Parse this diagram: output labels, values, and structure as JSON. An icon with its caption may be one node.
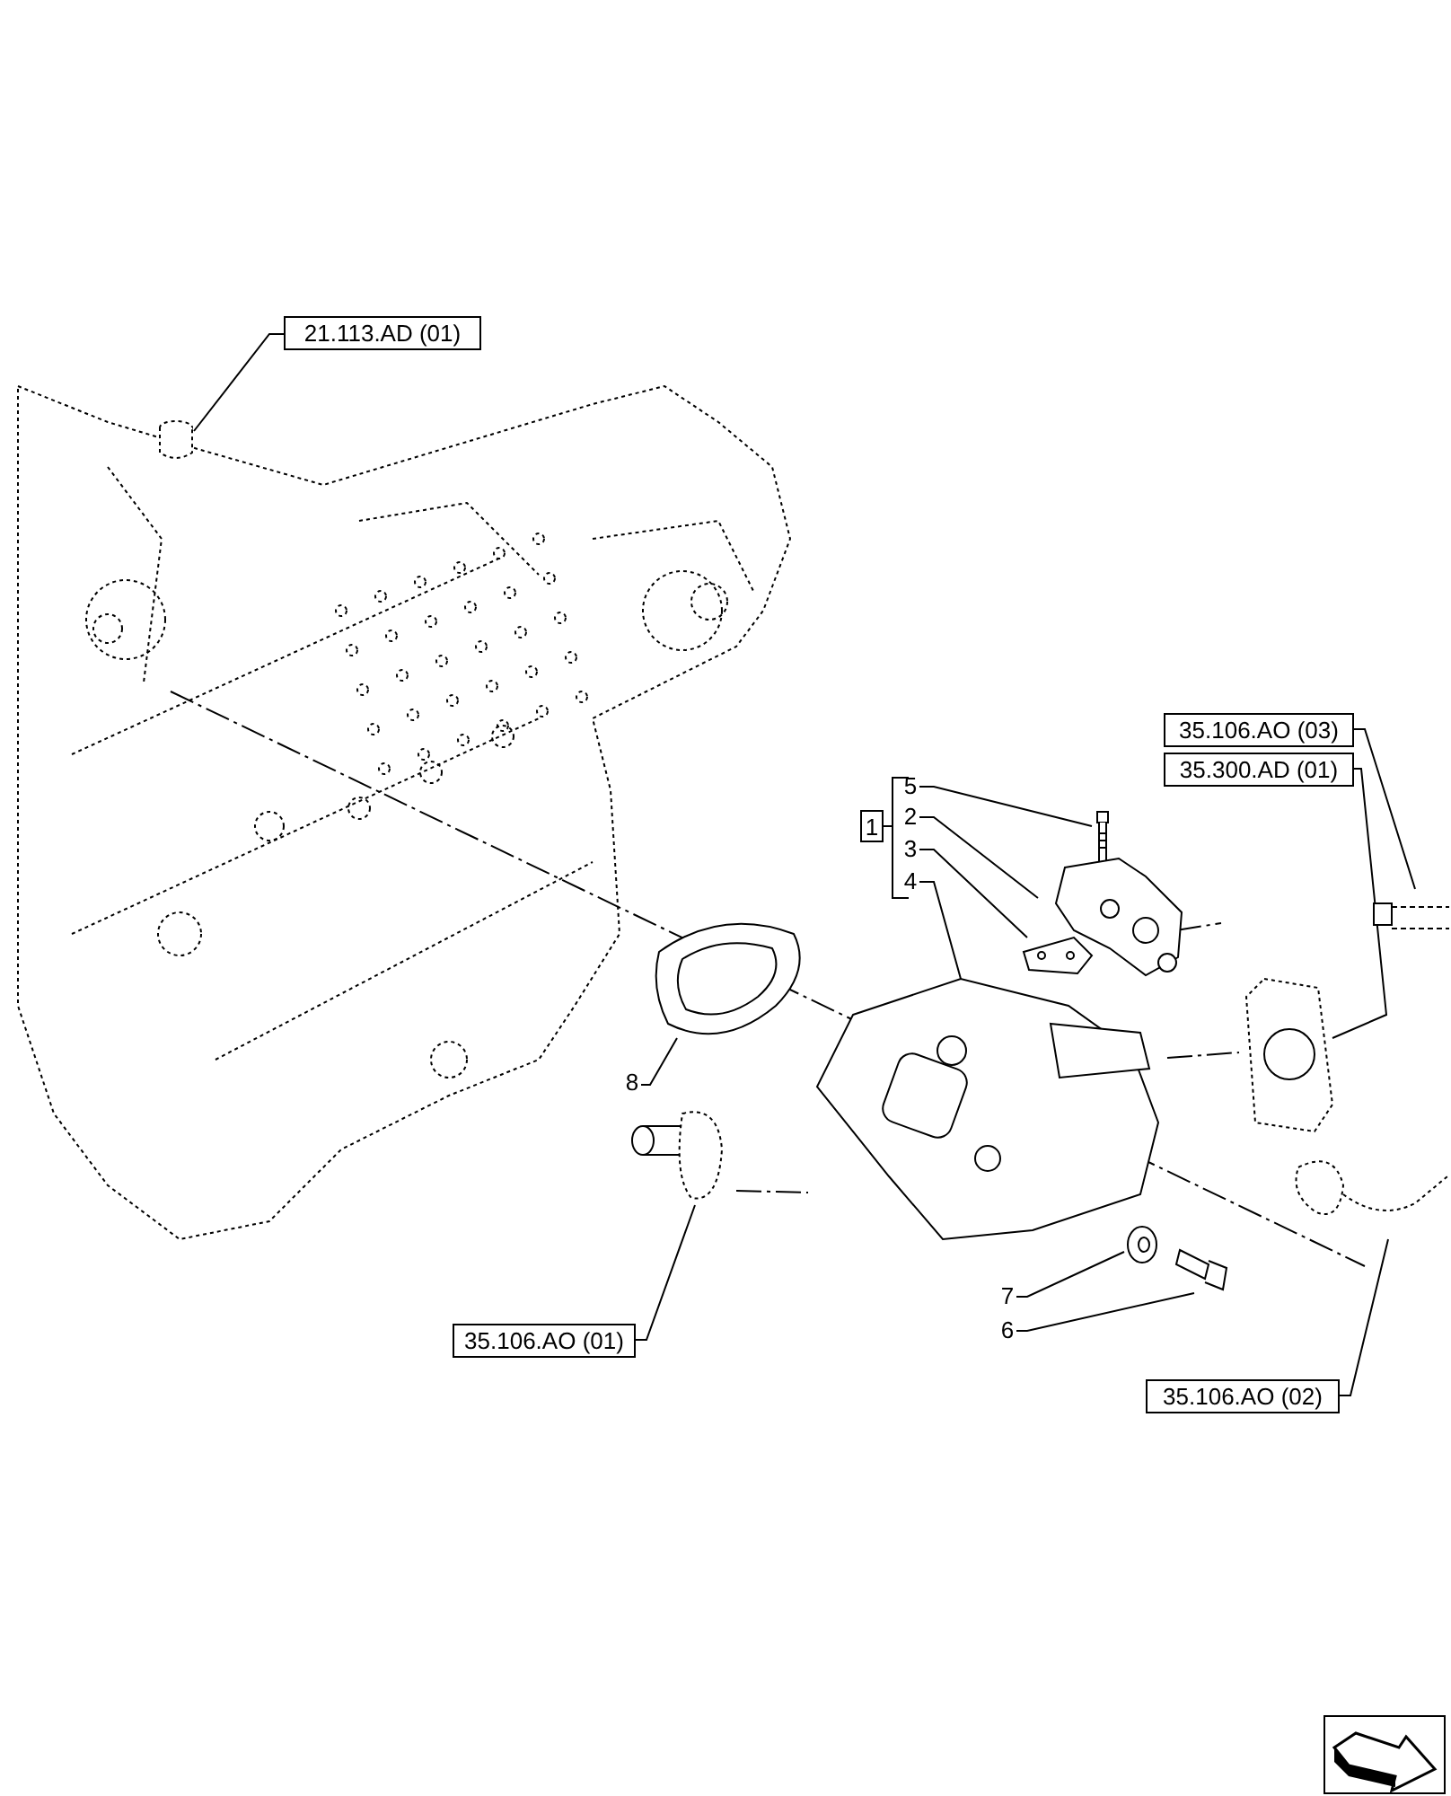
{
  "diagram": {
    "nodes": [
      {
        "text": [
          "21.113.AD (01)"
        ]
      },
      {
        "text": [],
        "shape": "cylinder"
      },
      {
        "text": [
          "35.106.AO (03)"
        ]
      },
      {
        "text": [
          "35.300.AD (01)"
        ]
      },
      {
        "text": [
          "1"
        ]
      },
      {
        "text": [
          "5"
        ]
      },
      {
        "text": [
          "2"
        ]
      },
      {
        "text": [
          "3"
        ]
      },
      {
        "text": [
          "4"
        ]
      },
      {
        "text": [
          "8"
        ]
      },
      {
        "text": [
          "7"
        ]
      },
      {
        "text": [
          "6"
        ]
      },
      {
        "text": [
          "35.106.AO (01)"
        ]
      },
      {
        "text": [
          "35.106.AO (02)"
        ]
      },
      {
        "text": [],
        "shape": "picture"
      },
      {
        "text": [],
        "shape": "picture"
      },
      {
        "text": [],
        "shape": "picture"
      },
      {
        "text": [],
        "shape": "picture"
      },
      {
        "text": [],
        "shape": "picture"
      },
      {
        "text": [],
        "shape": "picture"
      },
      {
        "text": [],
        "shape": "picture"
      },
      {
        "text": [],
        "shape": "picture"
      },
      {
        "text": [],
        "shape": "picture"
      },
      {
        "text": [],
        "shape": "picture"
      },
      {
        "text": [],
        "shape": "picture"
      }
    ],
    "edges": [
      {
        "from": 0,
        "to": 1,
        "arrow": "none"
      },
      {
        "from": 2,
        "to": 23,
        "arrow": "none"
      },
      {
        "from": 3,
        "to": 24,
        "arrow": "none"
      },
      {
        "from": 5,
        "to": 14,
        "arrow": "none"
      },
      {
        "from": 6,
        "to": 15,
        "arrow": "none"
      },
      {
        "from": 7,
        "to": 16,
        "arrow": "none"
      },
      {
        "from": 8,
        "to": 17,
        "arrow": "none"
      },
      {
        "from": 9,
        "to": 18,
        "arrow": "none"
      },
      {
        "from": 10,
        "to": 19,
        "arrow": "none"
      },
      {
        "from": 11,
        "to": 20,
        "arrow": "none"
      },
      {
        "from": 12,
        "to": 21,
        "arrow": "none"
      },
      {
        "from": 13,
        "to": 22,
        "arrow": "none"
      }
    ]
  }
}
